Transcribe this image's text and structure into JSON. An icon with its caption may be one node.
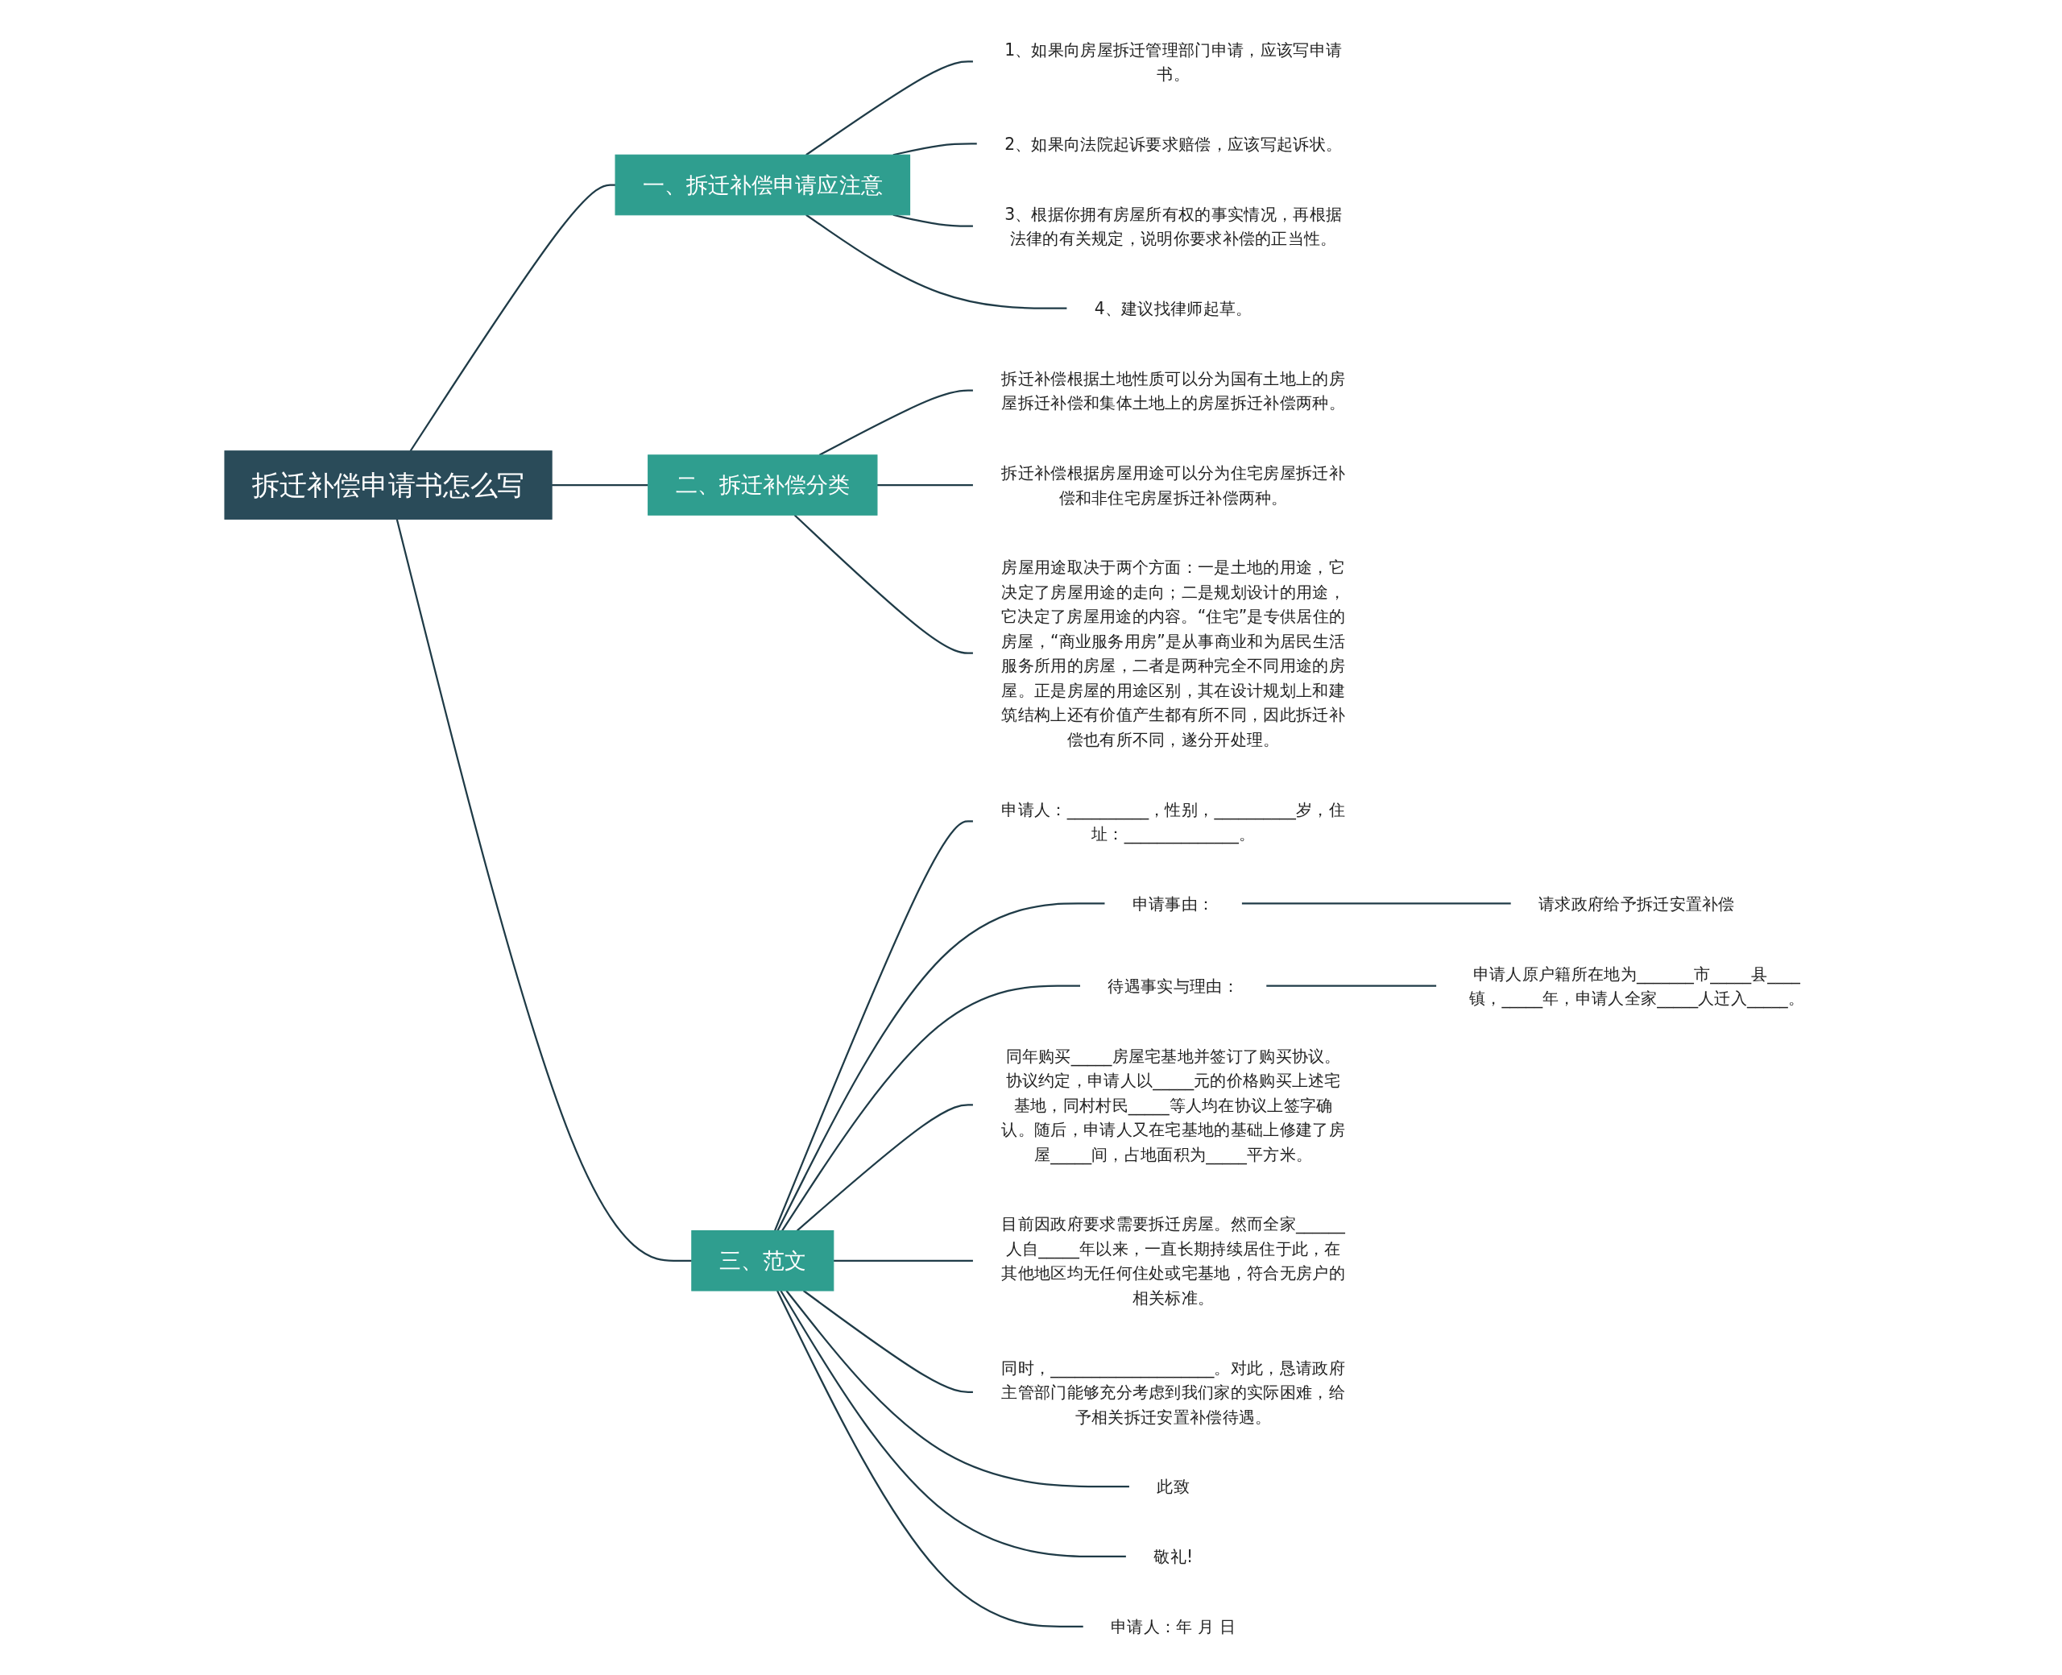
{
  "diagram": {
    "nodes": [
      {
        "text": [
          "拆迁补偿申请书怎么写"
        ]
      },
      {
        "text": [
          "一、拆迁补偿申请应注意"
        ]
      },
      {
        "text": [
          "1、如果向房屋拆迁管理部门申请，应该写申请书。"
        ]
      },
      {
        "text": [
          "2、如果向法院起诉要求赔偿，应该写起诉状。"
        ]
      },
      {
        "text": [
          "3、根据你拥有房屋所有权的事实情况，再根据法律的有关规定，说明你要求补偿的正当性。"
        ]
      },
      {
        "text": [
          "4、建议找律师起草。"
        ]
      },
      {
        "text": [
          "二、拆迁补偿分类"
        ]
      },
      {
        "text": [
          "拆迁补偿根据土地性质可以分为国有土地上的房屋拆迁补偿和集体土地上的房屋拆迁补偿两种。"
        ]
      },
      {
        "text": [
          "拆迁补偿根据房屋用途可以分为住宅房屋拆迁补偿和非住宅房屋拆迁补偿两种。"
        ]
      },
      {
        "text": [
          "房屋用途取决于两个方面：一是土地的用途，它决定了房屋用途的走向；二是规划设计的用途，它决定了房屋用途的内容。“住宅”是专供居住的房屋，“商业服务用房”是从事商业和为居民生活服务所用的房屋，二者是两种完全不同用途的房屋。正是房屋的用途区别，其在设计规划上和建筑结构上还有价值产生都有所不同，因此拆迁补偿也有所不同，遂分开处理。"
        ]
      },
      {
        "text": [
          "三、范文"
        ]
      },
      {
        "text": [
          "申请人：__________，性别，__________岁，住址：______________。"
        ]
      },
      {
        "text": [
          "申请事由："
        ]
      },
      {
        "text": [
          "请求政府给予拆迁安置补偿"
        ]
      },
      {
        "text": [
          "待遇事实与理由："
        ]
      },
      {
        "text": [
          "申请人原户籍所在地为_______市_____县____镇，_____年，申请人全家_____人迁入_____。"
        ]
      },
      {
        "text": [
          "同年购买_____房屋宅基地并签订了购买协议。协议约定，申请人以_____元的价格购买上述宅基地，同村村民_____等人均在协议上签字确认。随后，申请人又在宅基地的基础上修建了房屋_____间，占地面积为_____平方米。"
        ]
      },
      {
        "text": [
          "目前因政府要求需要拆迁房屋。然而全家______人自_____年以来，一直长期持续居住于此，在其他地区均无任何住处或宅基地，符合无房户的相关标准。"
        ]
      },
      {
        "text": [
          "同时，____________________。对此，恳请政府主管部门能够充分考虑到我们家的实际困难，给予相关拆迁安置补偿待遇。"
        ]
      },
      {
        "text": [
          "此致"
        ]
      },
      {
        "text": [
          "敬礼!"
        ]
      },
      {
        "text": [
          "申请人：年 月 日"
        ]
      }
    ],
    "edges": [
      {
        "from": 0,
        "to": 1,
        "arrow": "none"
      },
      {
        "from": 1,
        "to": 2,
        "arrow": "none"
      },
      {
        "from": 1,
        "to": 3,
        "arrow": "none"
      },
      {
        "from": 1,
        "to": 4,
        "arrow": "none"
      },
      {
        "from": 1,
        "to": 5,
        "arrow": "none"
      },
      {
        "from": 0,
        "to": 6,
        "arrow": "none"
      },
      {
        "from": 6,
        "to": 7,
        "arrow": "none"
      },
      {
        "from": 6,
        "to": 8,
        "arrow": "none"
      },
      {
        "from": 6,
        "to": 9,
        "arrow": "none"
      },
      {
        "from": 0,
        "to": 10,
        "arrow": "none"
      },
      {
        "from": 10,
        "to": 11,
        "arrow": "none"
      },
      {
        "from": 10,
        "to": 12,
        "arrow": "none"
      },
      {
        "from": 12,
        "to": 13,
        "arrow": "none"
      },
      {
        "from": 10,
        "to": 14,
        "arrow": "none"
      },
      {
        "from": 14,
        "to": 15,
        "arrow": "none"
      },
      {
        "from": 10,
        "to": 16,
        "arrow": "none"
      },
      {
        "from": 10,
        "to": 17,
        "arrow": "none"
      },
      {
        "from": 10,
        "to": 18,
        "arrow": "none"
      },
      {
        "from": 10,
        "to": 19,
        "arrow": "none"
      },
      {
        "from": 10,
        "to": 20,
        "arrow": "none"
      },
      {
        "from": 10,
        "to": 21,
        "arrow": "none"
      }
    ]
  }
}
